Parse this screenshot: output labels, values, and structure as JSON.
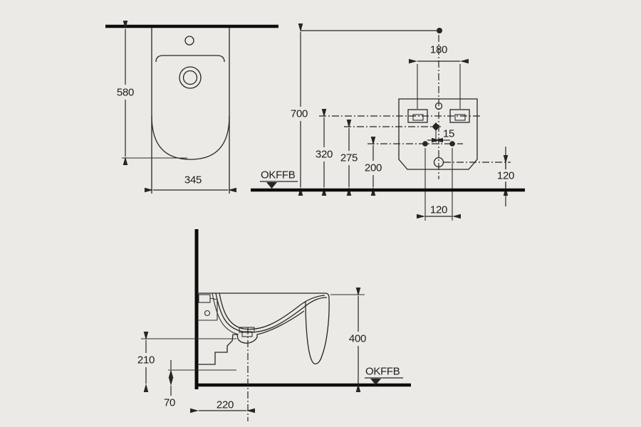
{
  "colors": {
    "background": "#eceae6",
    "line": "#262626",
    "heavy_line": "#0d0d0d"
  },
  "plan_view": {
    "dim_depth": "580",
    "dim_width": "345"
  },
  "rear_view": {
    "dim_fixing_hole_spacing": "180",
    "dim_overall_height": "700",
    "dim_fixing_height": "320",
    "dim_inlet_height": "275",
    "dim_bolt_height": "200",
    "dim_inlet_offset": "15",
    "dim_bolt_spacing": "120",
    "dim_outlet_height": "120",
    "datum_label": "OKFFB"
  },
  "side_view": {
    "dim_rim_height": "400",
    "dim_underside_height": "210",
    "dim_clearance_height": "70",
    "dim_outlet_distance": "220",
    "datum_label": "OKFFB"
  }
}
